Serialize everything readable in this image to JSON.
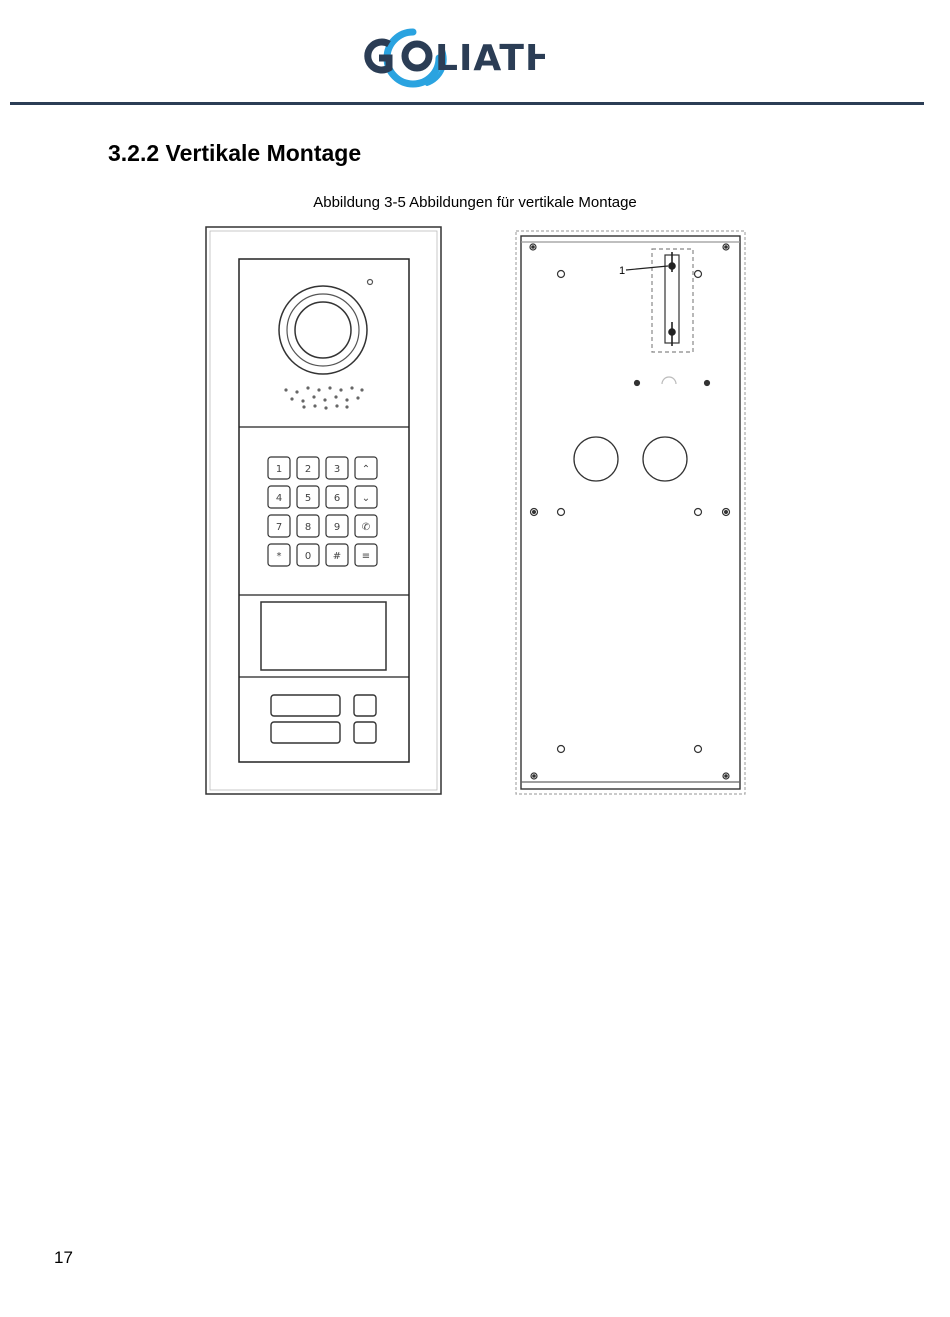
{
  "header": {
    "logo_text": "GOLIATH",
    "brand_colors": {
      "dark": "#2b3d55",
      "accent": "#2aa3e0"
    }
  },
  "section": {
    "heading": "3.2.2 Vertikale Montage"
  },
  "figure": {
    "caption": "Abbildung 3-5 Abbildungen für vertikale Montage",
    "callout_label": "1",
    "keypad_keys": [
      "1",
      "2",
      "3",
      "⌃",
      "4",
      "5",
      "6",
      "⌄",
      "7",
      "8",
      "9",
      "✆",
      "*",
      "0",
      "#",
      "≡"
    ]
  },
  "footer": {
    "page_number": "17"
  }
}
